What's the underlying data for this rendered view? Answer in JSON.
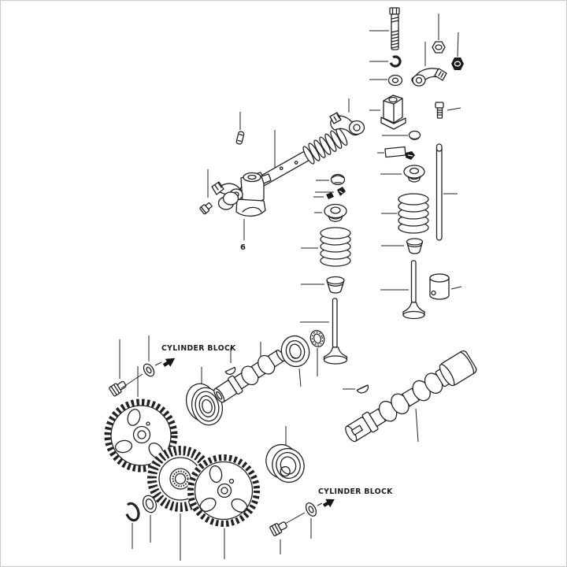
{
  "diagram": {
    "type": "exploded-parts-diagram",
    "subject": "engine valve train, camshafts and timing gears",
    "background_color": "#ffffff",
    "line_color": "#222222",
    "labels": {
      "cylinder_block_upper": "CYLINDER BLOCK",
      "cylinder_block_lower": "CYLINDER BLOCK",
      "part_callout_6": "6"
    },
    "parts": [
      {
        "name": "stud-bolt"
      },
      {
        "name": "hex-nut"
      },
      {
        "name": "flange-nut"
      },
      {
        "name": "lock-washer"
      },
      {
        "name": "flat-washer"
      },
      {
        "name": "rocker-arm-upper"
      },
      {
        "name": "rocker-support-upper"
      },
      {
        "name": "adjusting-screw"
      },
      {
        "name": "retainer-cap"
      },
      {
        "name": "valve-keeper-set"
      },
      {
        "name": "spring-retainer-right"
      },
      {
        "name": "valve-spring-right"
      },
      {
        "name": "valve-guide-right"
      },
      {
        "name": "valve-right"
      },
      {
        "name": "valve-lifter"
      },
      {
        "name": "push-rod"
      },
      {
        "name": "rocker-shaft-pin"
      },
      {
        "name": "rocker-shaft"
      },
      {
        "name": "rocker-shaft-spring"
      },
      {
        "name": "rocker-arm-shaft-end"
      },
      {
        "name": "rocker-support-assembly"
      },
      {
        "name": "support-bolt"
      },
      {
        "name": "valve-cap"
      },
      {
        "name": "valve-keeper-a"
      },
      {
        "name": "valve-keeper-b"
      },
      {
        "name": "spring-retainer-left"
      },
      {
        "name": "valve-spring-left"
      },
      {
        "name": "valve-guide-left"
      },
      {
        "name": "valve-stem-seal"
      },
      {
        "name": "valve-left"
      },
      {
        "name": "stopper-bolt-upper"
      },
      {
        "name": "stopper-washer-upper"
      },
      {
        "name": "direction-arrow-upper"
      },
      {
        "name": "camshaft-ball-bearing-front"
      },
      {
        "name": "woodruff-key-front"
      },
      {
        "name": "valve-camshaft"
      },
      {
        "name": "camshaft-bearing-rear"
      },
      {
        "name": "camshaft-gear"
      },
      {
        "name": "idler-gear"
      },
      {
        "name": "pump-gear"
      },
      {
        "name": "snap-ring"
      },
      {
        "name": "thrust-washer"
      },
      {
        "name": "ball-bearing-rear"
      },
      {
        "name": "woodruff-key-rear"
      },
      {
        "name": "pump-camshaft"
      },
      {
        "name": "stopper-bolt-lower"
      },
      {
        "name": "stopper-washer-lower"
      },
      {
        "name": "direction-arrow-lower"
      }
    ]
  }
}
